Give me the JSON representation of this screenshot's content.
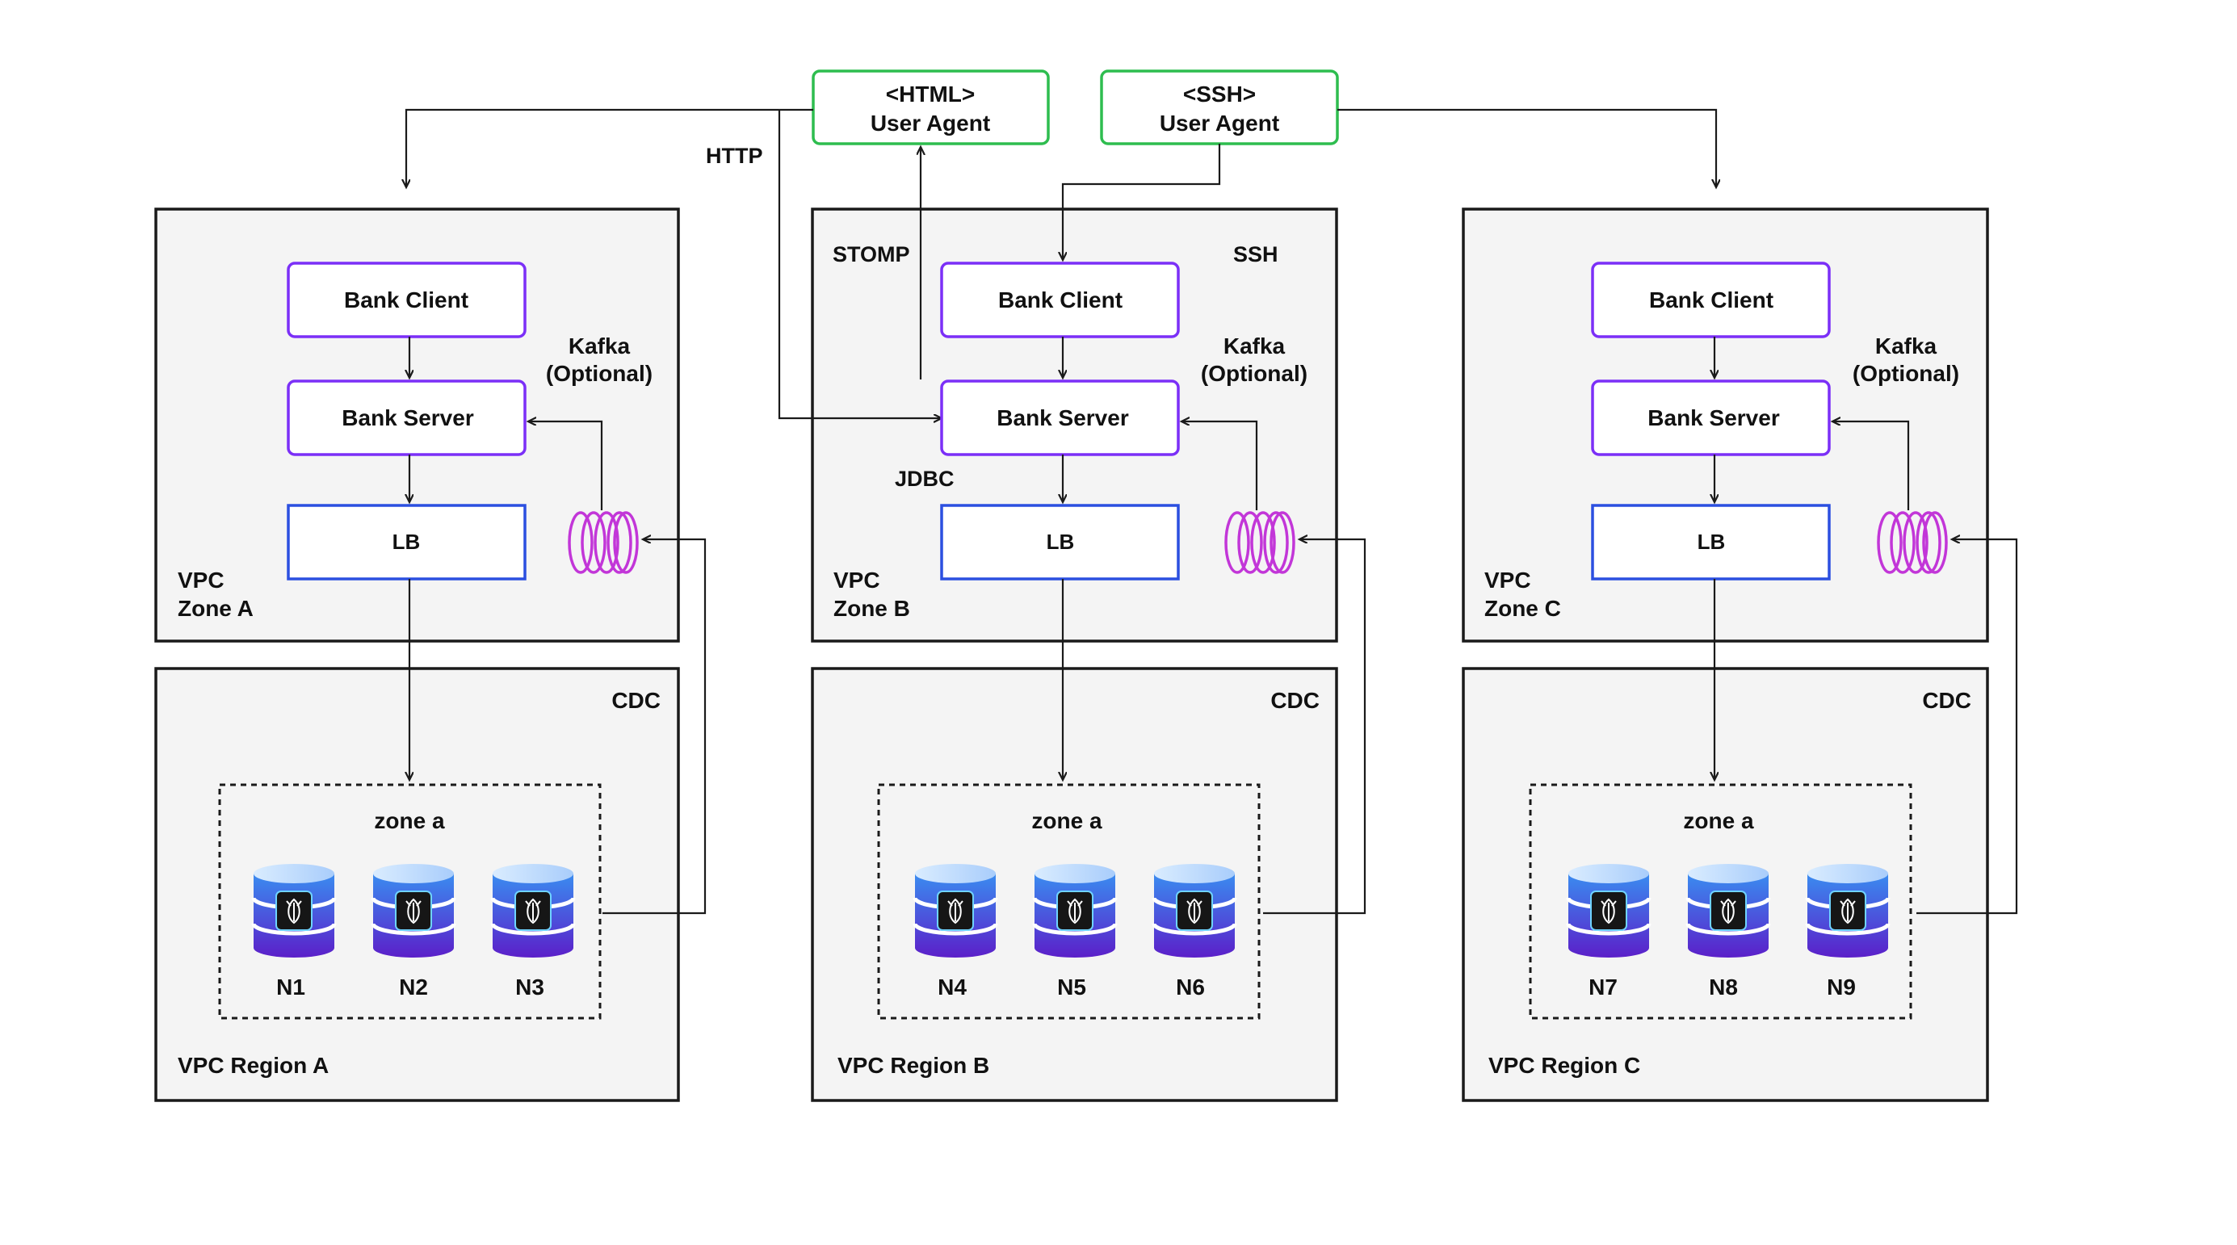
{
  "user_agents": [
    {
      "tag": "<HTML>",
      "label": "User Agent"
    },
    {
      "tag": "<SSH>",
      "label": "User Agent"
    }
  ],
  "protocols": {
    "http": "HTTP",
    "stomp": "STOMP",
    "ssh": "SSH",
    "jdbc": "JDBC"
  },
  "zones": [
    {
      "bank_client": "Bank Client",
      "bank_server": "Bank Server",
      "lb": "LB",
      "kafka": "Kafka",
      "kafka_optional": "(Optional)",
      "vpc": "VPC",
      "zone": "Zone A",
      "cdc": "CDC",
      "subzone": "zone a",
      "region": "VPC Region A",
      "nodes": [
        "N1",
        "N2",
        "N3"
      ]
    },
    {
      "bank_client": "Bank Client",
      "bank_server": "Bank Server",
      "lb": "LB",
      "kafka": "Kafka",
      "kafka_optional": "(Optional)",
      "vpc": "VPC",
      "zone": "Zone B",
      "cdc": "CDC",
      "subzone": "zone a",
      "region": "VPC Region B",
      "nodes": [
        "N4",
        "N5",
        "N6"
      ]
    },
    {
      "bank_client": "Bank Client",
      "bank_server": "Bank Server",
      "lb": "LB",
      "kafka": "Kafka",
      "kafka_optional": "(Optional)",
      "vpc": "VPC",
      "zone": "Zone C",
      "cdc": "CDC",
      "subzone": "zone a",
      "region": "VPC Region C",
      "nodes": [
        "N7",
        "N8",
        "N9"
      ]
    }
  ],
  "icons": {
    "database": "database-node-icon",
    "kafka": "kafka-queue-icon"
  },
  "colors": {
    "service_border": "#7b2ff7",
    "lb_border": "#2b4fe0",
    "agent_border": "#2ebd4f",
    "kafka": "#c236d8",
    "panel_fill": "#f4f4f4",
    "db_top": "#3a8cf0",
    "db_bottom": "#5b1fc9"
  }
}
